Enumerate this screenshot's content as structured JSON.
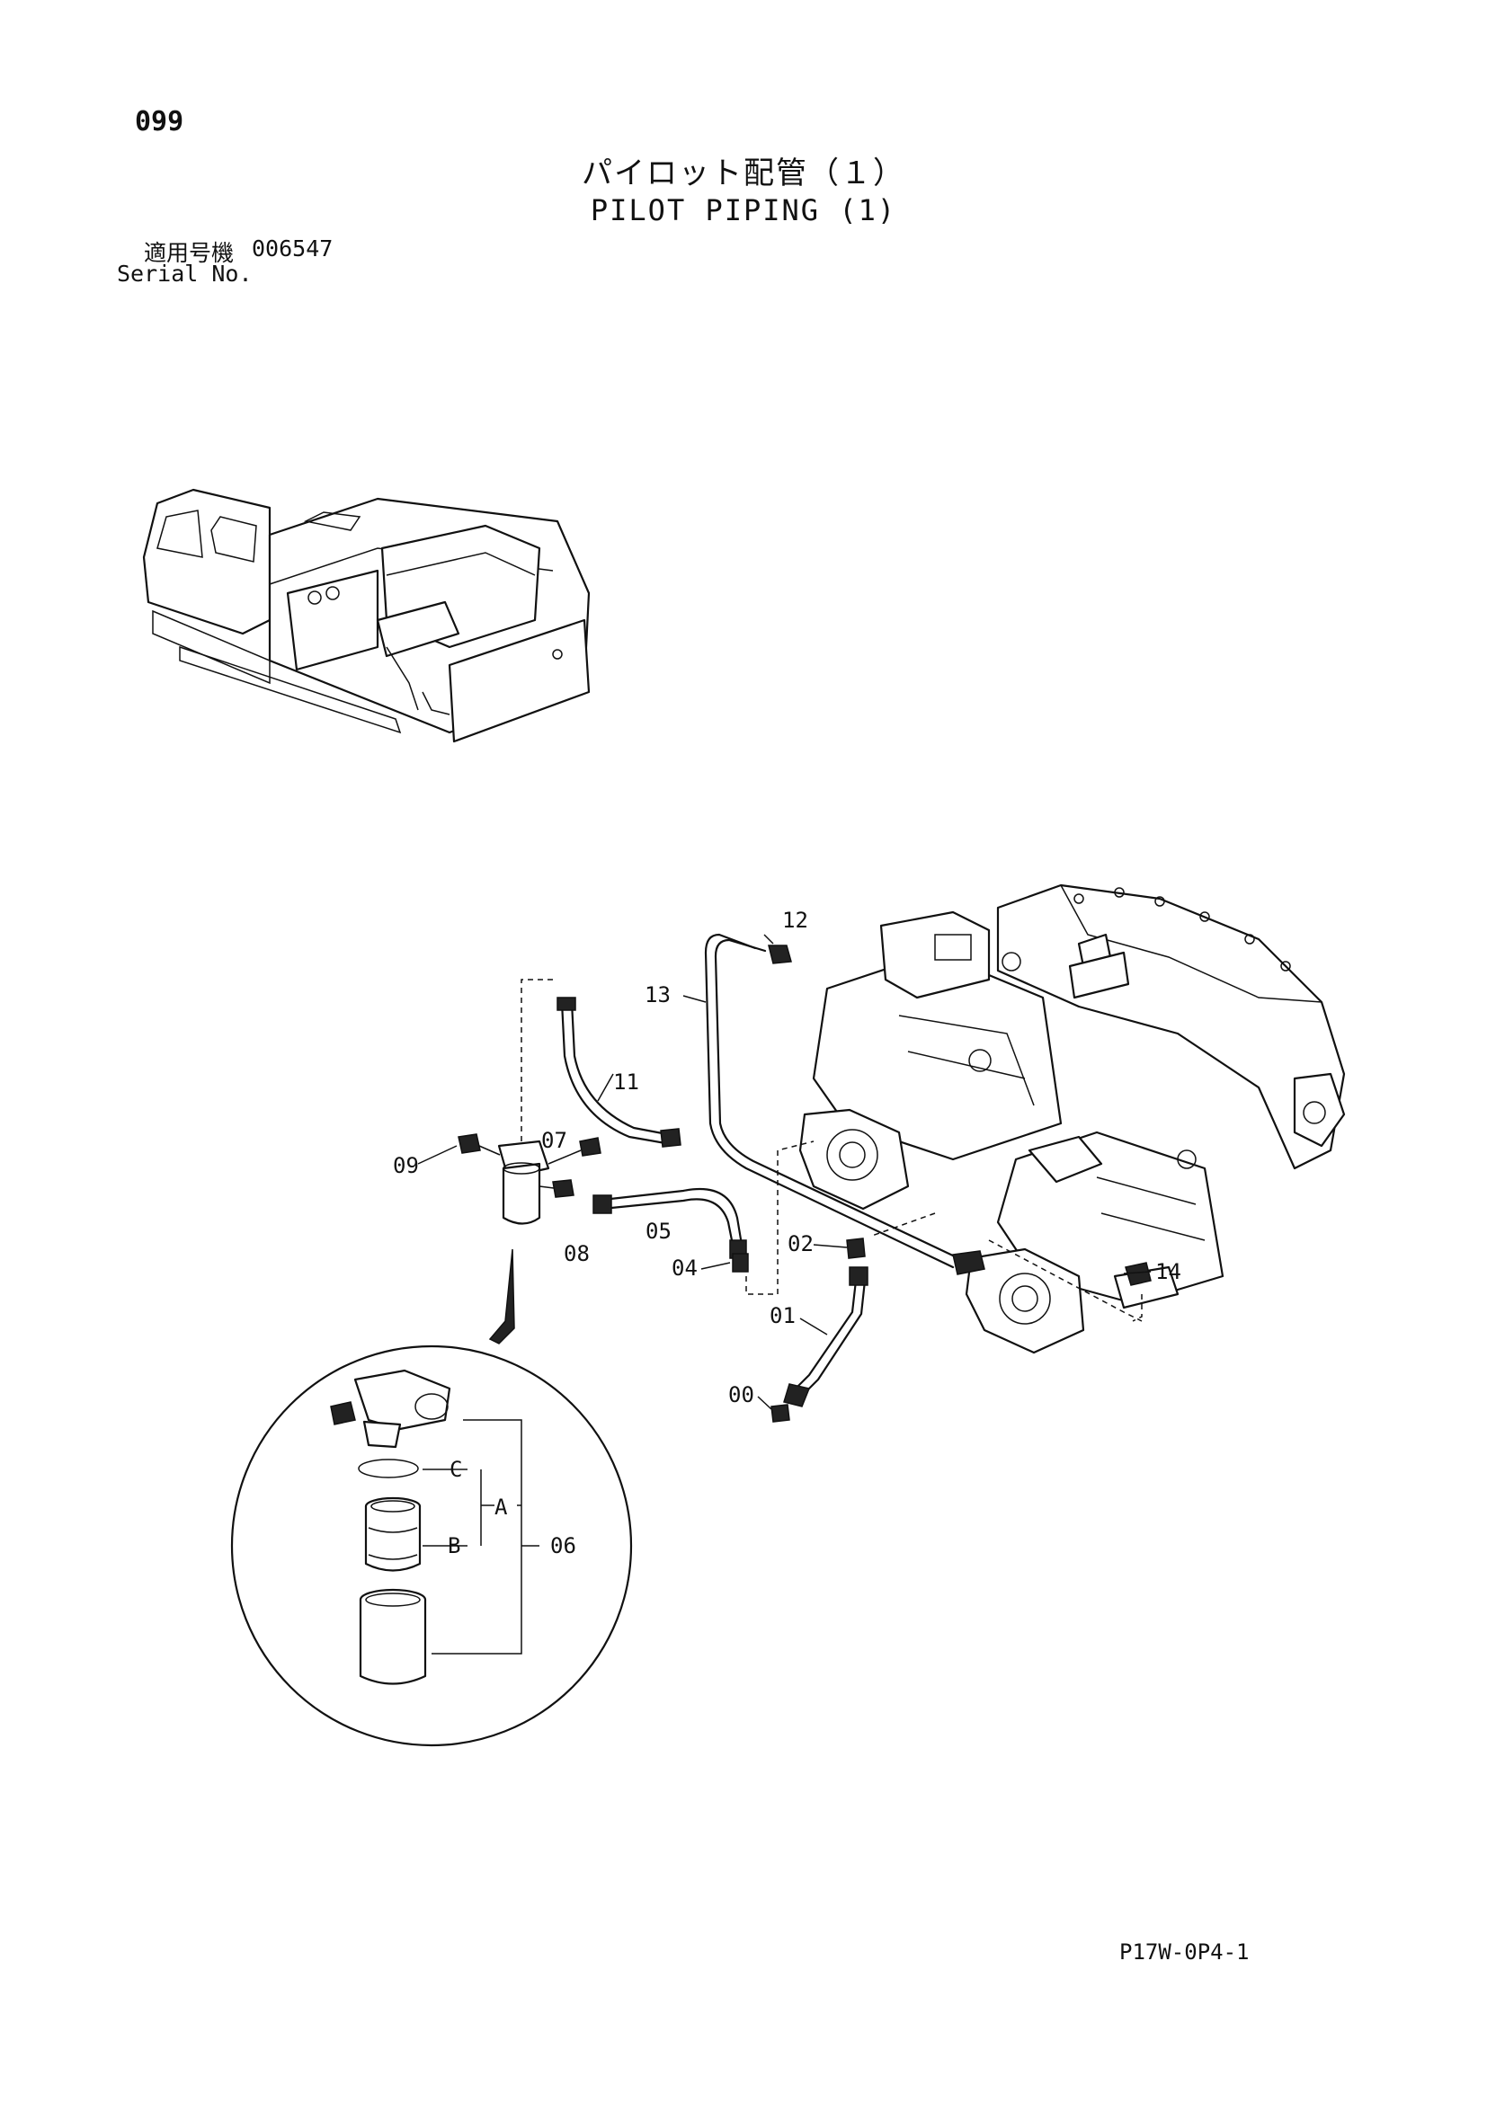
{
  "page_number": "099",
  "title_ja": "パイロット配管（１）",
  "title_en": "PILOT PIPING (1)",
  "serial": {
    "label_ja": "適用号機",
    "label_en": "Serial No.",
    "value": "006547"
  },
  "callouts": {
    "p00": "00",
    "p01": "01",
    "p02": "02",
    "p04": "04",
    "p05": "05",
    "p06": "06",
    "p07": "07",
    "p08": "08",
    "p09": "09",
    "p11": "11",
    "p12": "12",
    "p13": "13",
    "p14": "14",
    "A": "A",
    "B": "B",
    "C": "C"
  },
  "drawing_code": "P17W-0P4-1"
}
